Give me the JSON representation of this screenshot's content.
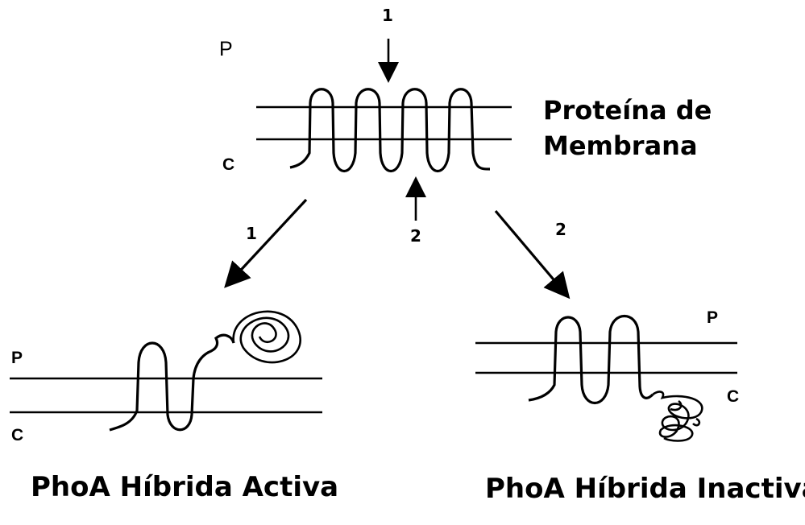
{
  "diagram": {
    "top": {
      "label_p": "P",
      "label_c": "C",
      "arrow_label_1": "1",
      "arrow_label_2": "2",
      "title_line_1": "Proteína de",
      "title_line_2": "Membrana"
    },
    "branches": {
      "left_label": "1",
      "right_label": "2"
    },
    "left": {
      "label_p": "P",
      "label_c": "C",
      "caption": "PhoA Híbrida Activa"
    },
    "right": {
      "label_p": "P",
      "label_c": "C",
      "caption": "PhoA Híbrida Inactiva"
    }
  },
  "colors": {
    "ink": "#000000",
    "background": "#ffffff"
  }
}
